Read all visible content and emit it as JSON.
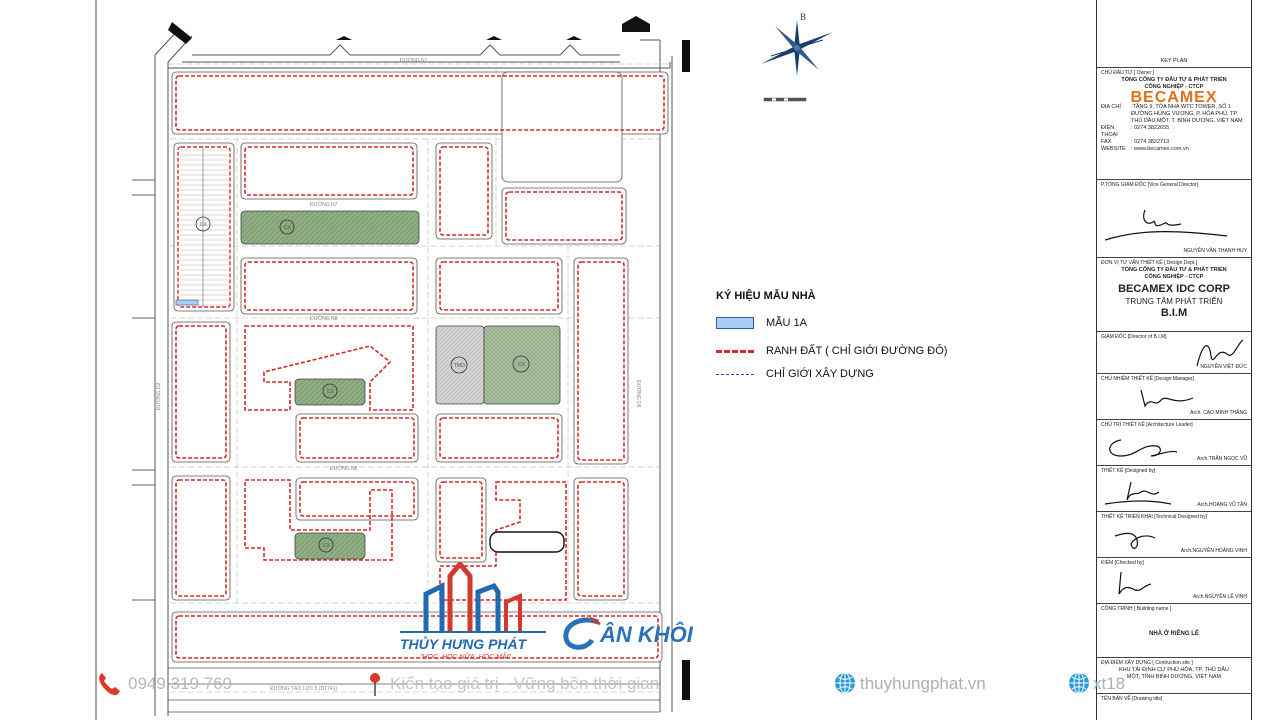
{
  "plan": {
    "streets": {
      "n1": "ĐƯỜNG N1",
      "n7": "ĐƯỜNG N7",
      "n8": "ĐƯỜNG N8",
      "d6": "ĐƯỜNG D6",
      "d2": "ĐƯỜNG D2",
      "bottom": "ĐƯỜNG TẠO LỰC 5 (DT741)"
    },
    "north": "B",
    "lot_labels": [
      "CX",
      "CX",
      "TMD",
      "CX",
      "CX",
      "CX"
    ]
  },
  "legend": {
    "title": "KÝ HIỆU MẪU NHÀ",
    "items": [
      "MẪU 1A",
      "RANH ĐẤT ( CHỈ GIỚI ĐƯỜNG ĐỎ)",
      "CHỈ GIỚI XÂY DỰNG"
    ]
  },
  "titleblock": {
    "key_plan": "KEY PLAN",
    "owner_label": "CHỦ ĐẦU TƯ  [ Owner ]",
    "owner_name": "TỔNG CÔNG TY ĐẦU TƯ & PHÁT TRIỂN CÔNG NGHIỆP - CTCP",
    "logo": "BECAMEX",
    "address_label": "ĐỊA CHỈ",
    "address": ":TẦNG 9, TÒA NHÀ WTC TOWER, SỐ 1 ĐƯỜNG HÙNG VƯƠNG, P. HÒA PHÚ, TP. THỦ DẦU MỘT, T. BÌNH DƯƠNG, VIỆT NAM",
    "phone_label": "ĐIỆN THOẠI",
    "phone": ": 0274 3822655",
    "fax_label": "FAX",
    "fax": ": 0274 3822713",
    "website_label": "WEBSITE",
    "website": ": www.becamex.com.vn",
    "vgd_label": "P.TỔNG GIÁM ĐỐC [Vice General Director]",
    "vgd_name": "NGUYỄN VĂN THANH HUY",
    "design_label": "ĐƠN VỊ TƯ VẤN THIẾT KẾ  [ Design Dept.]",
    "design_company": "TỔNG CÔNG TY ĐẦU TƯ & PHÁT TRIỂN CÔNG NGHIỆP - CTCP",
    "design_name": "BECAMEX IDC CORP",
    "center": "TRUNG TÂM PHÁT TRIỂN",
    "bim": "B.I.M",
    "dir_label": "GIÁM ĐỐC [Director of B.I.M]",
    "dir_name": "NGUYỄN VIỆT ĐỨC",
    "dm_label": "CHỦ NHIỆM THIẾT KẾ [Design Manager]",
    "dm_name": "Arch. CAO MINH THẮNG",
    "al_label": "CHỦ TRÌ THIẾT KẾ [Architecture Leader]",
    "al_name": "Arch.TRẦN NGỌC VŨ",
    "db_label": "THIẾT KẾ [Designed by]",
    "db_name": "Arch.HOÀNG VŨ TÂN",
    "td_label": "THIẾT KẾ TRIỂN KHAI [Technical Designed by]",
    "td_name": "Arch.NGUYỄN HOÀNG VINH",
    "ck_label": "KIỂM [Checked by]",
    "ck_name": "Arch.NGUYỄN LÊ VINH",
    "bld_label": "CÔNG TRÌNH [ Building name ]",
    "bld_name": "NHÀ Ở RIÊNG LẺ",
    "site_label": "ĐỊA ĐIỂM XÂY DỰNG [ Contruction site ]",
    "site": "KHU TÁI ĐỊNH CƯ PHÚ HÒA, TP. THỦ DẦU MỘT, TỈNH BÌNH DƯƠNG, VIỆT NAM",
    "dt_label": "TÊN BẢN VẼ [Drawing title]"
  },
  "watermark": {
    "phone": "0949 319 769",
    "slogan": "Kiến tạo giá trị - Vững bền thời gian",
    "website": "thuyhungphat.vn",
    "website2": "xt18",
    "brand1_name": "THỦY HƯNG PHÁT",
    "brand1_tagline": "\"HỌC, HỌC NỮA, HỌC MÃI\"",
    "brand2_name": "ÂN KHÔI"
  },
  "colors": {
    "lot_red": "#d12a2a",
    "green": "#8fae84",
    "grey": "#c9c9c9",
    "blue": "#a9cdf3"
  }
}
